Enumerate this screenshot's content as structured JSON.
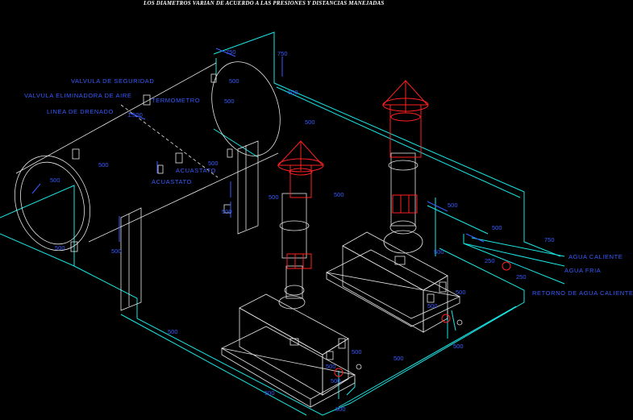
{
  "title": "LOS DIAMETROS VARIAN DE ACUERDO A LAS PRESIONES Y DISTANCIAS MANEJADAS",
  "labels": {
    "valvula_seguridad": "VALVULA DE SEGURIDAD",
    "valvula_eliminadora": "VALVULA ELIMINADORA DE AIRE",
    "linea_drenado": "LINEA DE DRENADO",
    "termometro": "TERMOMETRO",
    "acuastato_1": "ACUASTATO",
    "acuastato_2": "ACUASTATO",
    "agua_caliente": "AGUA CALIENTE",
    "agua_fria": "AGUA FRIA",
    "retorno": "RETORNO DE AGUA CALIENTE"
  },
  "dimensions": {
    "d1": "750",
    "d2": "750",
    "d3": "500",
    "d4": "500",
    "d5": "500",
    "d6": "500",
    "d7": "500",
    "d8": "500",
    "d9": "500",
    "d10": "500",
    "d11": "500",
    "d12": "500",
    "d13": "500",
    "d14": "500",
    "d15": "500",
    "d16": "500",
    "d17": "500",
    "d18": "500",
    "d19": "500",
    "d20": "500",
    "d21": "500",
    "d22": "500",
    "d23": "500",
    "d24": "500",
    "d25": "500",
    "d26": "500",
    "d27": "500",
    "d28": "750",
    "d29": "250",
    "d30": "250",
    "d31": "1.500"
  },
  "colors": {
    "background": "#000000",
    "piping": "#19e6e6",
    "equipment": "#e6e6e6",
    "chimney": "#ff2020",
    "annotation": "#3a5cff"
  }
}
